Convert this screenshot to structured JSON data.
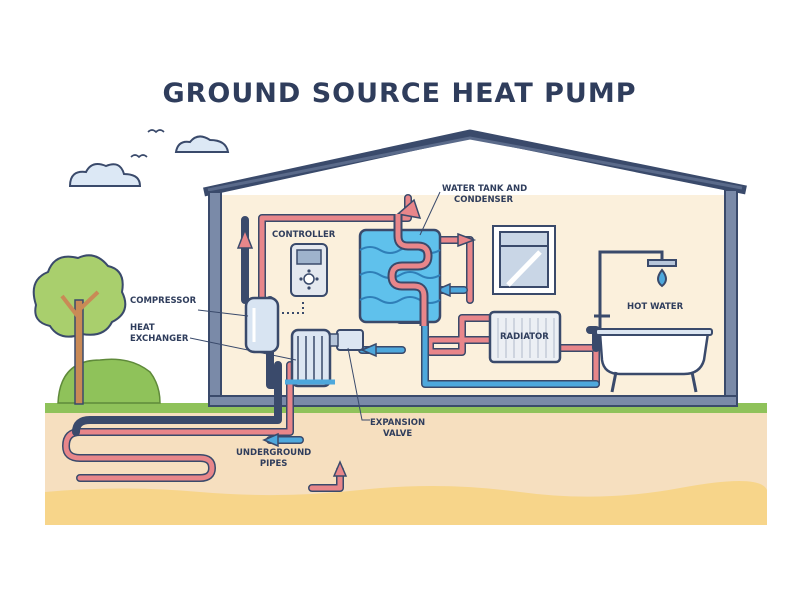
{
  "title": "GROUND SOURCE HEAT PUMP",
  "labels": {
    "water_tank_line1": "WATER TANK AND",
    "water_tank_line2": "CONDENSER",
    "controller": "CONTROLLER",
    "compressor": "COMPRESSOR",
    "heat_exchanger_line1": "HEAT",
    "heat_exchanger_line2": "EXCHANGER",
    "radiator": "RADIATOR",
    "hot_water": "HOT WATER",
    "expansion_valve_line1": "EXPANSION",
    "expansion_valve_line2": "VALVE",
    "underground_pipes_line1": "UNDERGROUND",
    "underground_pipes_line2": "PIPES"
  },
  "colors": {
    "outline": "#3a4a6b",
    "house_wall": "#fbf0dc",
    "pipe_hot": "#e8868a",
    "pipe_cold": "#4ea8dc",
    "water": "#5fc1ec",
    "ground_top": "#f6dfbf",
    "ground_bottom": "#f7d58a",
    "grass": "#8fc25a"
  }
}
